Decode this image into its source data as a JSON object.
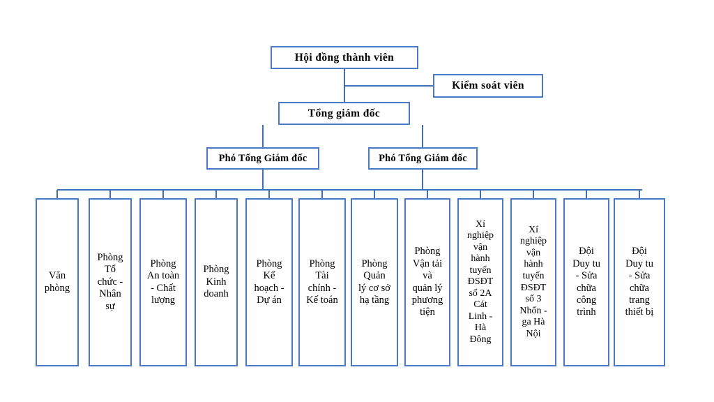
{
  "diagram": {
    "type": "organizational-chart",
    "title": "",
    "accent_color": "#4a7ac7",
    "text_color": "#000000",
    "background_color": "#ffffff",
    "connector_color": "#3f6fb5"
  },
  "levels": {
    "level1": {
      "board": {
        "label": "Hội đồng thành viên"
      },
      "supervisor": {
        "label": "Kiểm soát viên"
      }
    },
    "level2": {
      "director": {
        "label": "Tổng giám đốc"
      }
    },
    "level3": {
      "deputy_left": {
        "label": "Phó Tổng Giám đốc"
      },
      "deputy_right": {
        "label": "Phó Tổng Giám đốc"
      }
    }
  },
  "departments": [
    {
      "label": "Văn\nphòng"
    },
    {
      "label": "Phòng\nTổ\nchức -\nNhân\nsự"
    },
    {
      "label": "Phòng\nAn toàn\n- Chất\nlượng"
    },
    {
      "label": "Phòng\nKinh\ndoanh"
    },
    {
      "label": "Phòng\nKế\nhoạch -\nDự án"
    },
    {
      "label": "Phòng\nTài\nchính -\nKế toán"
    },
    {
      "label": "Phòng\nQuản\nlý cơ sở\nhạ tầng"
    },
    {
      "label": "Phòng\nVận tải\nvà\nquản lý\nphương\ntiện"
    },
    {
      "label": "Xí\nnghiệp\nvận\nhành\ntuyến\nĐSĐT\nsố 2A\nCát\nLinh -\nHà\nĐông"
    },
    {
      "label": "Xí\nnghiệp\nvận\nhành\ntuyến\nĐSĐT\nsố 3\nNhổn -\nga Hà\nNội"
    },
    {
      "label": "Đội\nDuy tu\n- Sửa\nchữa\ncông\ntrình"
    },
    {
      "label": "Đội\nDuy tu\n- Sửa\nchữa\ntrang\nthiết bị"
    }
  ]
}
